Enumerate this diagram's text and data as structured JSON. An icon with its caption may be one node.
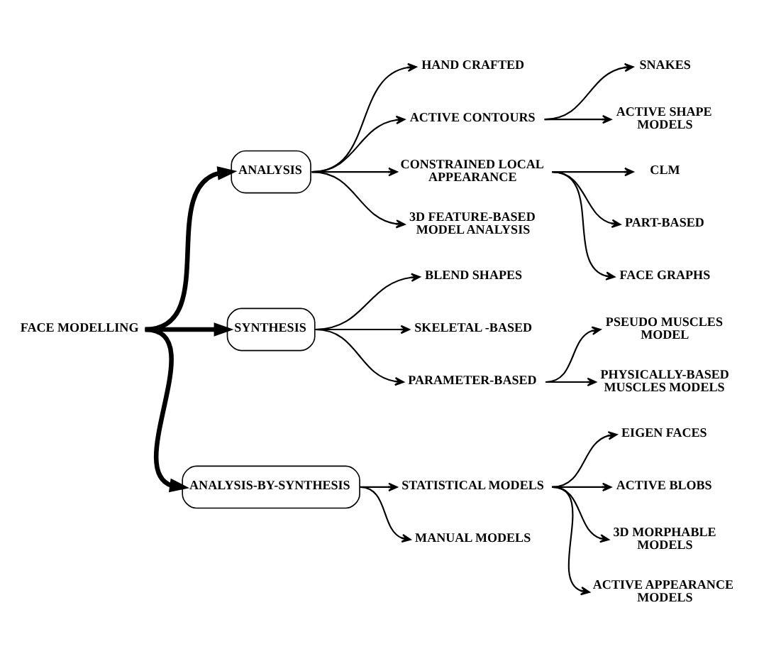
{
  "diagram": {
    "nodes": [
      {
        "text": [
          "FACE MODELLING"
        ]
      },
      {
        "text": [
          "ANALYSIS"
        ]
      },
      {
        "text": [
          "HAND CRAFTED"
        ]
      },
      {
        "text": [
          "ACTIVE CONTOURS"
        ]
      },
      {
        "text": [
          "SNAKES"
        ]
      },
      {
        "text": [
          "ACTIVE SHAPE MODELS"
        ]
      },
      {
        "text": [
          "CONSTRAINED LOCAL APPEARANCE"
        ]
      },
      {
        "text": [
          "CLM"
        ]
      },
      {
        "text": [
          "PART-BASED"
        ]
      },
      {
        "text": [
          "FACE GRAPHS"
        ]
      },
      {
        "text": [
          "3D FEATURE-BASED MODEL ANALYSIS"
        ]
      },
      {
        "text": [
          "SYNTHESIS"
        ]
      },
      {
        "text": [
          "BLEND SHAPES"
        ]
      },
      {
        "text": [
          "SKELETAL -BASED"
        ]
      },
      {
        "text": [
          "PARAMETER-BASED"
        ]
      },
      {
        "text": [
          "PSEUDO MUSCLES MODEL"
        ]
      },
      {
        "text": [
          "PHYSICALLY-BASED MUSCLES MODELS"
        ]
      },
      {
        "text": [
          "ANALYSIS-BY-SYNTHESIS"
        ]
      },
      {
        "text": [
          "STATISTICAL MODELS"
        ]
      },
      {
        "text": [
          "MANUAL MODELS"
        ]
      },
      {
        "text": [
          "EIGEN FACES"
        ]
      },
      {
        "text": [
          "ACTIVE BLOBS"
        ]
      },
      {
        "text": [
          "3D MORPHABLE MODELS"
        ]
      },
      {
        "text": [
          "ACTIVE APPEARANCE MODELS"
        ]
      }
    ],
    "edges": [
      {
        "from": 0,
        "to": 1,
        "arrow": "to",
        "style": "thick"
      },
      {
        "from": 0,
        "to": 11,
        "arrow": "to",
        "style": "thick"
      },
      {
        "from": 0,
        "to": 17,
        "arrow": "to",
        "style": "thick"
      },
      {
        "from": 1,
        "to": 2,
        "arrow": "to"
      },
      {
        "from": 1,
        "to": 3,
        "arrow": "to"
      },
      {
        "from": 1,
        "to": 6,
        "arrow": "to"
      },
      {
        "from": 1,
        "to": 10,
        "arrow": "to"
      },
      {
        "from": 3,
        "to": 4,
        "arrow": "to"
      },
      {
        "from": 3,
        "to": 5,
        "arrow": "to"
      },
      {
        "from": 6,
        "to": 7,
        "arrow": "to"
      },
      {
        "from": 6,
        "to": 8,
        "arrow": "to"
      },
      {
        "from": 6,
        "to": 9,
        "arrow": "to"
      },
      {
        "from": 11,
        "to": 12,
        "arrow": "to"
      },
      {
        "from": 11,
        "to": 13,
        "arrow": "to"
      },
      {
        "from": 11,
        "to": 14,
        "arrow": "to"
      },
      {
        "from": 14,
        "to": 15,
        "arrow": "to"
      },
      {
        "from": 14,
        "to": 16,
        "arrow": "to"
      },
      {
        "from": 17,
        "to": 18,
        "arrow": "to"
      },
      {
        "from": 17,
        "to": 19,
        "arrow": "to"
      },
      {
        "from": 18,
        "to": 20,
        "arrow": "to"
      },
      {
        "from": 18,
        "to": 21,
        "arrow": "to"
      },
      {
        "from": 18,
        "to": 22,
        "arrow": "to"
      },
      {
        "from": 18,
        "to": 23,
        "arrow": "to"
      }
    ]
  }
}
